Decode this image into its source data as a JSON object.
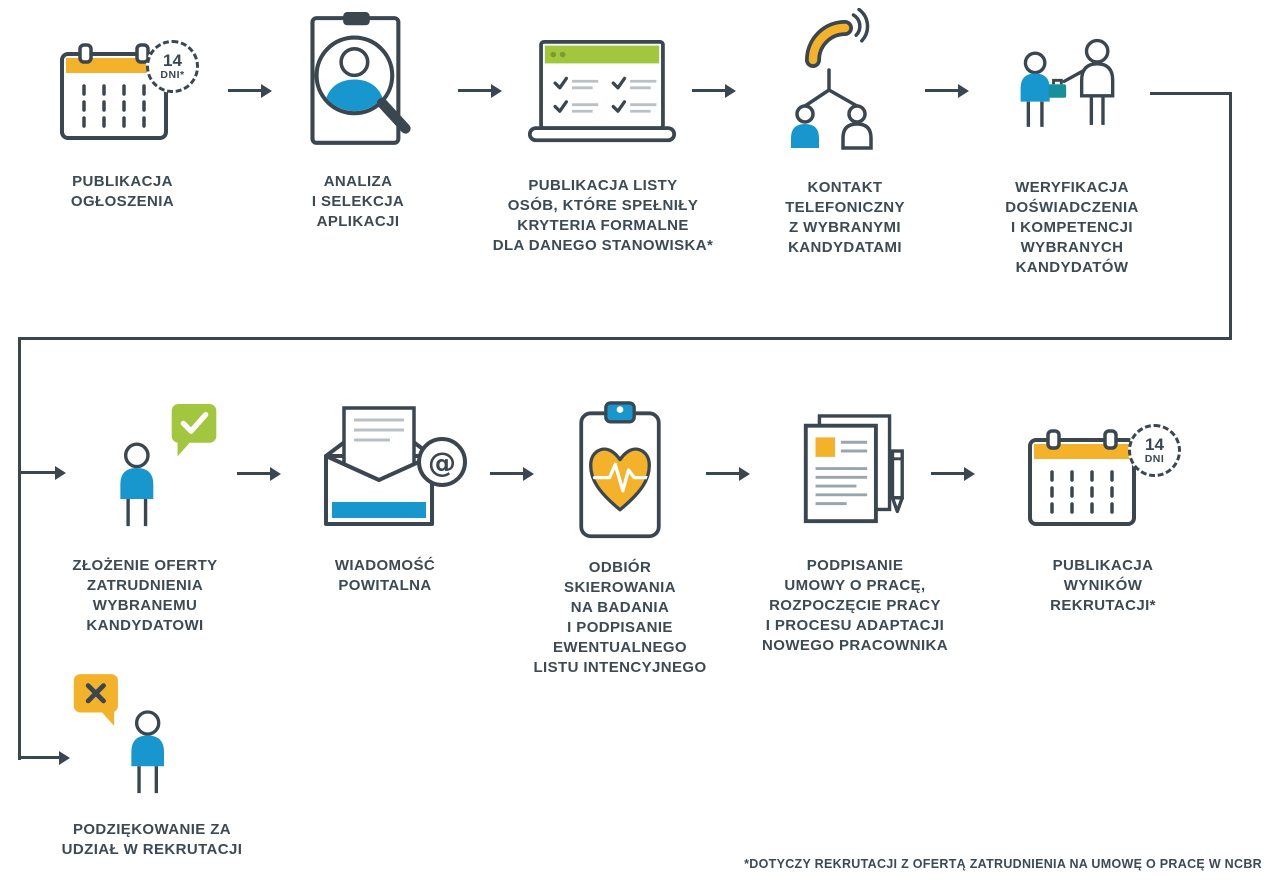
{
  "palette": {
    "ink": "#3a4750",
    "blue": "#1897cf",
    "yellow": "#f3b229",
    "green": "#a2c73e"
  },
  "top_row": [
    {
      "name": "publikacja-ogloszenia",
      "label": "PUBLIKACJA\nOGŁOSZENIA",
      "badge_number": "14",
      "badge_unit": "DNI*"
    },
    {
      "name": "analiza-selekcja-aplikacji",
      "label": "ANALIZA\nI SELEKCJA\nAPLIKACJI"
    },
    {
      "name": "publikacja-listy",
      "label": "PUBLIKACJA LISTY\nOSÓB, KTÓRE SPEŁNIŁY\nKRYTERIA FORMALNE\nDLA DANEGO STANOWISKA*"
    },
    {
      "name": "kontakt-telefoniczny",
      "label": "KONTAKT\nTELEFONICZNY\nZ WYBRANYMI\nKANDYDATAMI"
    },
    {
      "name": "weryfikacja-doswiadczenia",
      "label": "WERYFIKACJA\nDOŚWIADCZENIA\nI KOMPETENCJI\nWYBRANYCH\nKANDYDATÓW"
    }
  ],
  "bottom_row": [
    {
      "name": "zlozenie-oferty",
      "label": "ZŁOŻENIE OFERTY\nZATRUDNIENIA\nWYBRANEMU\nKANDYDATOWI"
    },
    {
      "name": "wiadomosc-powitalna",
      "label": "WIADOMOŚĆ\nPOWITALNA"
    },
    {
      "name": "odbior-skierowania",
      "label": "ODBIÓR\nSKIEROWANIA\nNA BADANIA\nI PODPISANIE\nEWENTUALNEGO\nLISTU INTENCYJNEGO"
    },
    {
      "name": "podpisanie-umowy",
      "label": "PODPISANIE\nUMOWY O PRACĘ,\nROZPOCZĘCIE PRACY\nI PROCESU ADAPTACJI\nNOWEGO PRACOWNIKA"
    },
    {
      "name": "publikacja-wynikow",
      "label": "PUBLIKACJA\nWYNIKÓW\nREKRUTACJI*",
      "badge_number": "14",
      "badge_unit": "DNI"
    }
  ],
  "reject_step": {
    "name": "podziekowanie",
    "label": "PODZIĘKOWANIE ZA\nUDZIAŁ W REKRUTACJI"
  },
  "footnote": "*DOTYCZY REKRUTACJI Z OFERTĄ ZATRUDNIENIA NA UMOWĘ O PRACĘ W NCBR",
  "symbols": {
    "at": "@"
  }
}
